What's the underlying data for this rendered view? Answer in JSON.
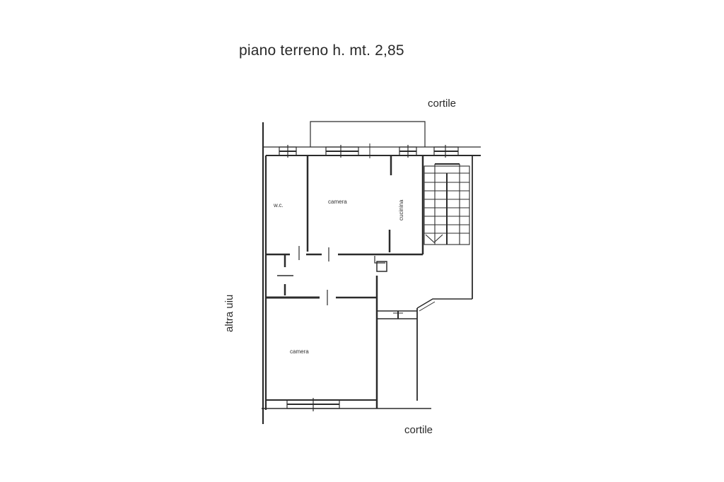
{
  "title": "piano terreno h. mt. 2,85",
  "labels": {
    "cortile_top": "cortile",
    "cortile_bottom": "cortile",
    "altra_uiu": "altra uiu"
  },
  "rooms": [
    {
      "name": "w.c."
    },
    {
      "name": "camera"
    },
    {
      "name": "cucinina"
    },
    {
      "name": "camera"
    }
  ],
  "colors": {
    "wall": "#2b2b2b",
    "background": "#ffffff",
    "text": "#2a2a2a"
  }
}
